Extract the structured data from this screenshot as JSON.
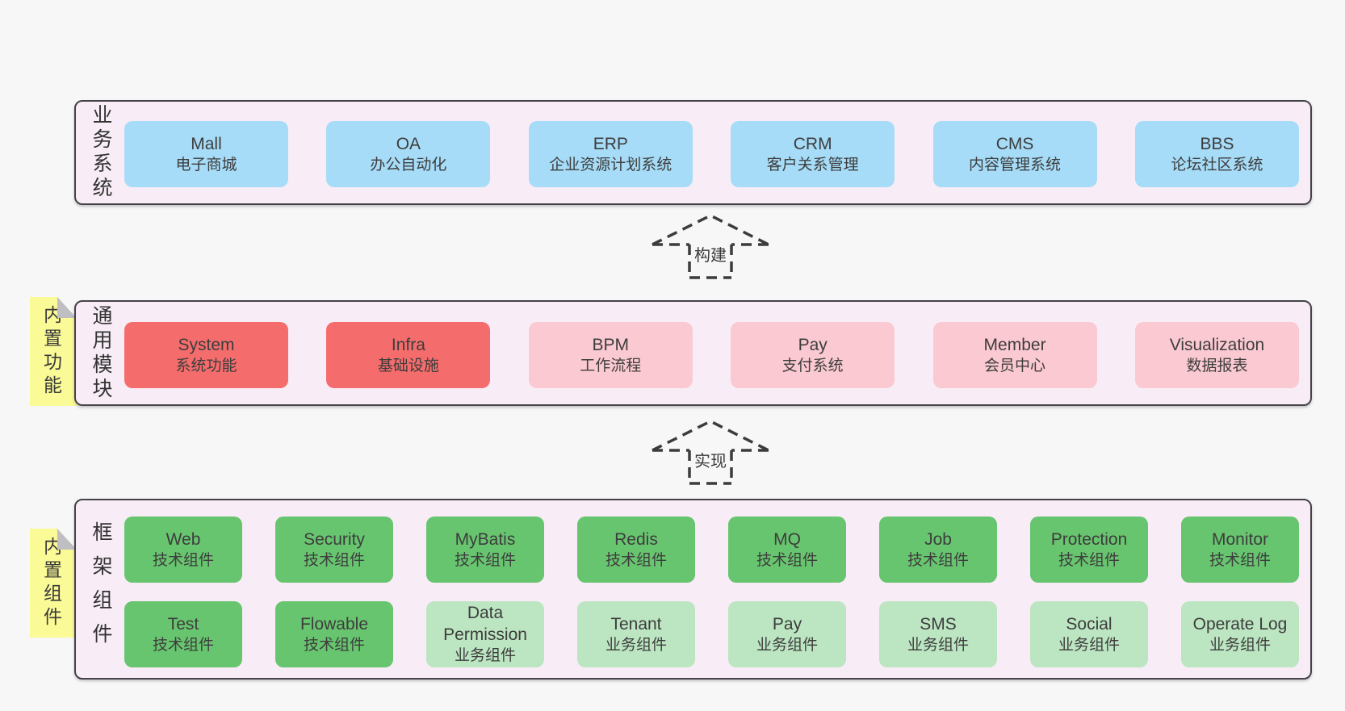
{
  "colors": {
    "page": "#f7f7f7",
    "container": "#f8edf7",
    "border": "#46424a",
    "text": "#3d3d3d",
    "blue": "#a6dcf7",
    "red": "#f56c6c",
    "pink": "#fbc9d1",
    "green": "#68c56f",
    "lightgreen": "#bce5c1",
    "tag": "#fafa96",
    "fold": "#bfbfc3",
    "arrow": "#3c3c3c"
  },
  "arrows": {
    "build": "构建",
    "implement": "实现"
  },
  "layers": {
    "business": {
      "label": "业务系统",
      "boxes": [
        {
          "name": "Mall",
          "desc": "电子商城"
        },
        {
          "name": "OA",
          "desc": "办公自动化"
        },
        {
          "name": "ERP",
          "desc": "企业资源计划系统"
        },
        {
          "name": "CRM",
          "desc": "客户关系管理"
        },
        {
          "name": "CMS",
          "desc": "内容管理系统"
        },
        {
          "name": "BBS",
          "desc": "论坛社区系统"
        }
      ]
    },
    "common": {
      "label": "通用模块",
      "tag": "内置功能",
      "boxes": [
        {
          "name": "System",
          "desc": "系统功能"
        },
        {
          "name": "Infra",
          "desc": "基础设施"
        },
        {
          "name": "BPM",
          "desc": "工作流程"
        },
        {
          "name": "Pay",
          "desc": "支付系统"
        },
        {
          "name": "Member",
          "desc": "会员中心"
        },
        {
          "name": "Visualization",
          "desc": "数据报表"
        }
      ]
    },
    "framework": {
      "label": "框架组件",
      "tag": "内置组件",
      "row1": [
        {
          "name": "Web",
          "desc": "技术组件"
        },
        {
          "name": "Security",
          "desc": "技术组件"
        },
        {
          "name": "MyBatis",
          "desc": "技术组件"
        },
        {
          "name": "Redis",
          "desc": "技术组件"
        },
        {
          "name": "MQ",
          "desc": "技术组件"
        },
        {
          "name": "Job",
          "desc": "技术组件"
        },
        {
          "name": "Protection",
          "desc": "技术组件"
        },
        {
          "name": "Monitor",
          "desc": "技术组件"
        }
      ],
      "row2": [
        {
          "name": "Test",
          "desc": "技术组件"
        },
        {
          "name": "Flowable",
          "desc": "技术组件"
        },
        {
          "name": "Data Permission",
          "desc": "业务组件"
        },
        {
          "name": "Tenant",
          "desc": "业务组件"
        },
        {
          "name": "Pay",
          "desc": "业务组件"
        },
        {
          "name": "SMS",
          "desc": "业务组件"
        },
        {
          "name": "Social",
          "desc": "业务组件"
        },
        {
          "name": "Operate Log",
          "desc": "业务组件"
        }
      ]
    }
  }
}
